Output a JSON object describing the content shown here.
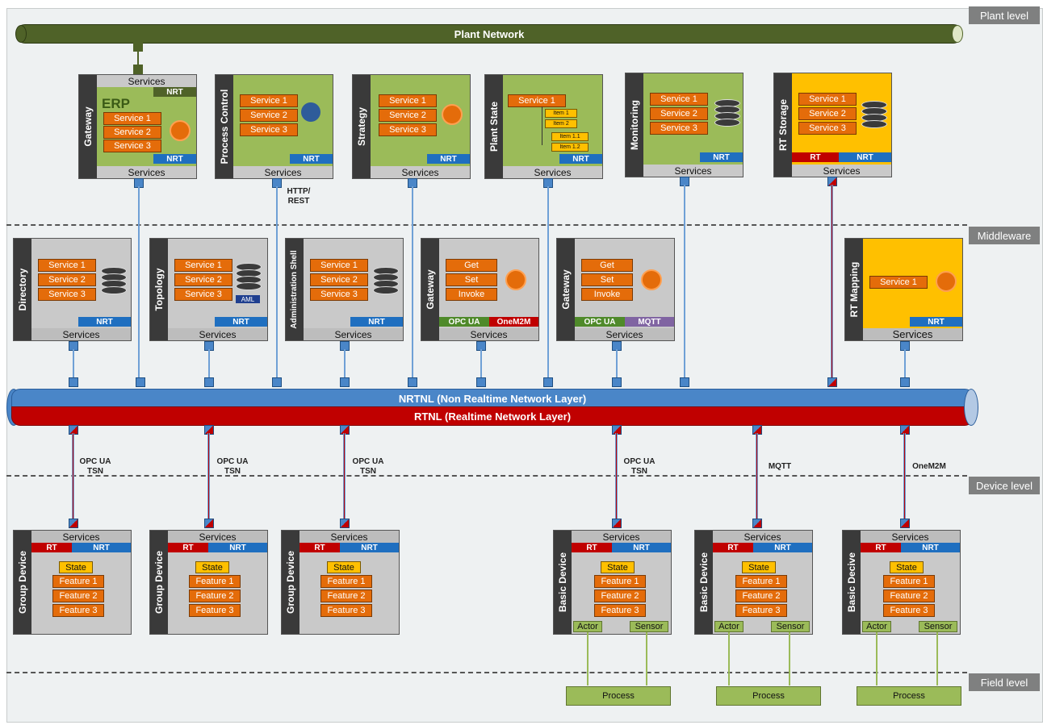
{
  "levels": {
    "plant": "Plant level",
    "middleware": "Middleware",
    "device": "Device level",
    "field": "Field level"
  },
  "plant_network": "Plant Network",
  "nrtnl": "NRTNL  (Non Realtime Network Layer)",
  "rtnl": "RTNL  (Realtime Network Layer)",
  "common": {
    "services": "Services",
    "nrt": "NRT",
    "rt": "RT",
    "s1": "Service 1",
    "s2": "Service 2",
    "s3": "Service 3",
    "state": "State",
    "f1": "Feature 1",
    "f2": "Feature 2",
    "f3": "Feature 3",
    "get": "Get",
    "set": "Set",
    "invoke": "Invoke",
    "actor": "Actor",
    "sensor": "Sensor",
    "process": "Process",
    "opcua": "OPC UA",
    "onem2m": "OneM2M",
    "mqtt": "MQTT",
    "aml": "AML"
  },
  "plant_boxes": {
    "gateway": "Gateway",
    "erp": "ERP",
    "process_control": "Process Control",
    "strategy": "Strategy",
    "plant_state": "Plant State",
    "monitoring": "Monitoring",
    "rt_storage": "RT Storage",
    "items": [
      "Item 1",
      "Item 2",
      "Item 1.1",
      "Item 1.2"
    ]
  },
  "mw_boxes": {
    "directory": "Directory",
    "topology": "Topology",
    "admin_shell": "Administration Shell",
    "gateway": "Gateway",
    "rt_mapping": "RT Mapping"
  },
  "device_boxes": {
    "group": "Group Device",
    "basic": "Basic Device",
    "basic_typo": "Basic Decive"
  },
  "link_labels": {
    "http_rest": "HTTP/ REST",
    "opcua_tsn": "OPC UA TSN",
    "mqtt": "MQTT",
    "onem2m": "OneM2M"
  },
  "colors": {
    "plant_bg": "#9bbb59",
    "rt_bg": "#ffc000",
    "mw_bg": "#c9c9c9",
    "nrt_blue": "#4a86c8",
    "rt_red": "#c00000",
    "orange": "#e46c0a",
    "net_green": "#4f6228"
  }
}
